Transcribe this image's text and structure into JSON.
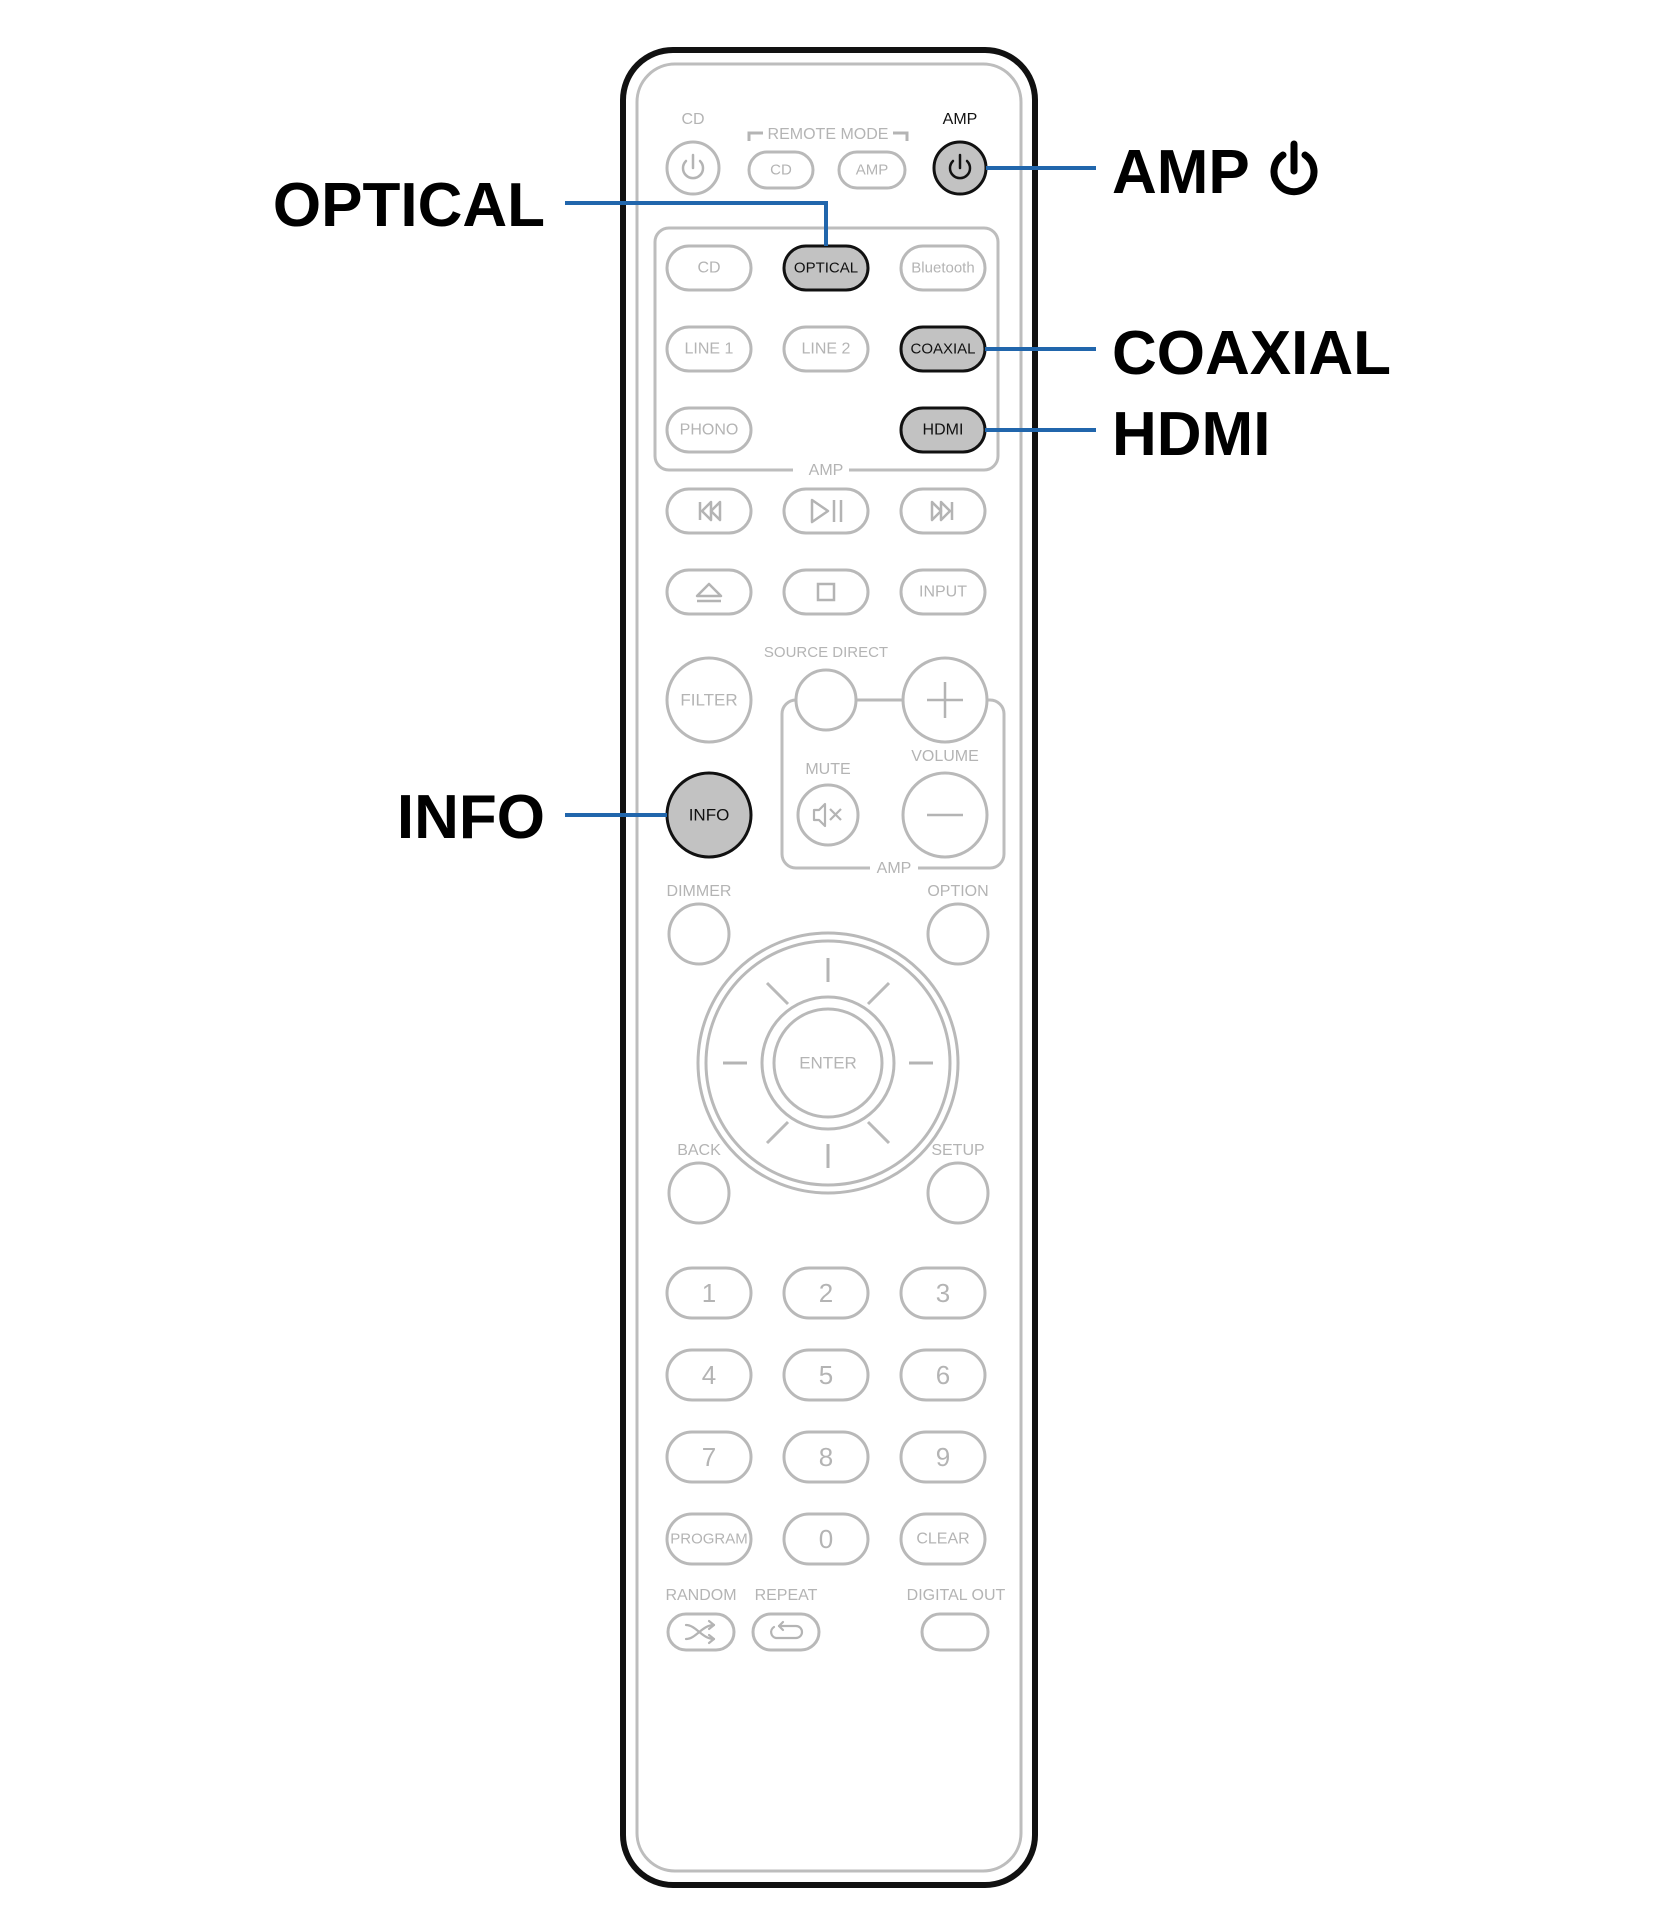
{
  "colors": {
    "body_outline": "#111111",
    "inner_outline": "#bdbdbd",
    "button_outline": "#b9b9b9",
    "button_text": "#b4b4b4",
    "highlight_fill": "#c2c2c2",
    "highlight_outline": "#111111",
    "callout_line": "#2166ac",
    "callout_text": "#000000"
  },
  "remote": {
    "labels": {
      "cd_power": "CD",
      "remote_mode": "REMOTE MODE",
      "amp_power": "AMP",
      "amp_group_top": "AMP",
      "source_direct": "SOURCE DIRECT",
      "mute": "MUTE",
      "volume": "VOLUME",
      "amp_group_bottom": "AMP",
      "dimmer": "DIMMER",
      "option": "OPTION",
      "back": "BACK",
      "setup": "SETUP",
      "random": "RANDOM",
      "repeat": "REPEAT",
      "digital_out": "DIGITAL OUT"
    },
    "buttons": {
      "remote_cd": "CD",
      "remote_amp": "AMP",
      "src_cd": "CD",
      "optical": "OPTICAL",
      "bluetooth": "Bluetooth",
      "line1": "LINE 1",
      "line2": "LINE 2",
      "coaxial": "COAXIAL",
      "phono": "PHONO",
      "hdmi": "HDMI",
      "input": "INPUT",
      "filter": "FILTER",
      "info": "INFO",
      "enter": "ENTER",
      "program": "PROGRAM",
      "clear": "CLEAR",
      "n1": "1",
      "n2": "2",
      "n3": "3",
      "n4": "4",
      "n5": "5",
      "n6": "6",
      "n7": "7",
      "n8": "8",
      "n9": "9",
      "n0": "0"
    }
  },
  "callouts": {
    "optical": "OPTICAL",
    "amp": "AMP",
    "coaxial": "COAXIAL",
    "hdmi": "HDMI",
    "info": "INFO"
  },
  "icons": [
    "power-icon",
    "previous-icon",
    "play-pause-icon",
    "next-icon",
    "eject-icon",
    "stop-icon",
    "plus-icon",
    "minus-icon",
    "mute-icon",
    "random-icon",
    "repeat-icon"
  ]
}
